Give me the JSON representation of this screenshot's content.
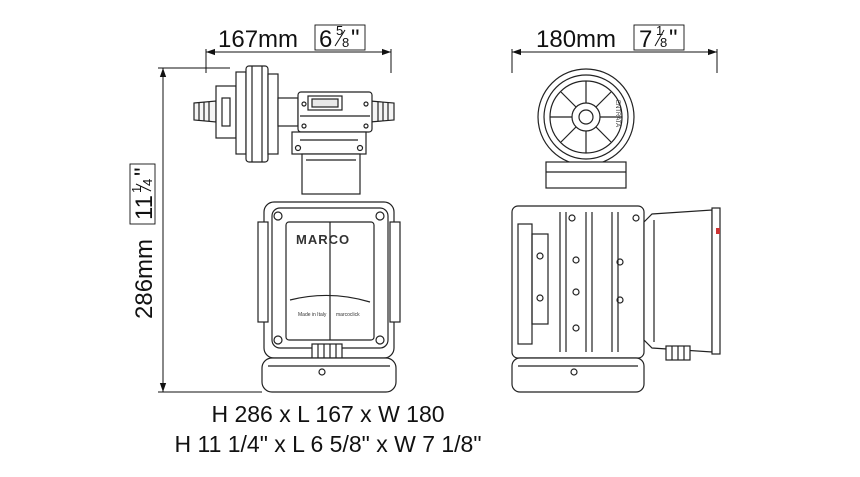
{
  "dimensions": {
    "length_mm": "167mm",
    "length_in_whole": "6",
    "length_in_num": "5",
    "length_in_den": "8",
    "width_mm": "180mm",
    "width_in_whole": "7",
    "width_in_num": "1",
    "width_in_den": "8",
    "height_mm": "286mm",
    "height_in_whole": "11",
    "height_in_num": "1",
    "height_in_den": "4",
    "inch_mark": "\""
  },
  "summary": {
    "line_mm": "H 286 x L 167 x W 180",
    "line_in": "H 11 1/4\" x L 6 5/8\" x W 7 1/8\""
  },
  "labels": {
    "brand": "MARCO",
    "left_tag": "Made in Italy",
    "right_tag": "marcoclick",
    "inlet_text": "ENTRATA"
  }
}
